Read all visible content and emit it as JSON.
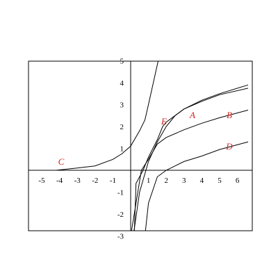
{
  "chart_data": {
    "type": "line",
    "title": "",
    "xlabel": "",
    "ylabel": "",
    "xlim": [
      -5.5,
      6.6
    ],
    "ylim": [
      -3,
      5.2
    ],
    "grid": false,
    "x_ticks": [
      "-5",
      "-4",
      "-3",
      "-2",
      "-1",
      "1",
      "2",
      "3",
      "4",
      "5",
      "6"
    ],
    "y_ticks": [
      "5",
      "4",
      "3",
      "2",
      "1",
      "-1",
      "-2",
      "-3"
    ],
    "label_color": "#d42020",
    "series": [
      {
        "name": "A",
        "points": [
          [
            0.15,
            -3
          ],
          [
            0.5,
            -1
          ],
          [
            1,
            0.4
          ],
          [
            1.5,
            1.3
          ],
          [
            2,
            2
          ],
          [
            2.5,
            2.5
          ],
          [
            3,
            2.8
          ],
          [
            4,
            3.15
          ],
          [
            5,
            3.45
          ],
          [
            6.6,
            3.75
          ]
        ]
      },
      {
        "name": "B",
        "points": [
          [
            0,
            -3
          ],
          [
            0.3,
            -1.5
          ],
          [
            0.6,
            0
          ],
          [
            1,
            0.5
          ],
          [
            1.5,
            1.2
          ],
          [
            2,
            1.5
          ],
          [
            3,
            1.85
          ],
          [
            4,
            2.15
          ],
          [
            5,
            2.4
          ],
          [
            6.6,
            2.75
          ]
        ]
      },
      {
        "name": "C",
        "points": [
          [
            -4.2,
            0
          ],
          [
            -3,
            0.1
          ],
          [
            -2,
            0.2
          ],
          [
            -1,
            0.5
          ],
          [
            -0.5,
            0.75
          ],
          [
            0,
            1.1
          ],
          [
            0.5,
            1.8
          ],
          [
            0.8,
            2.3
          ],
          [
            1,
            3
          ],
          [
            1.6,
            5.2
          ]
        ]
      },
      {
        "name": "D",
        "points": [
          [
            0.8,
            -3
          ],
          [
            1,
            -1.5
          ],
          [
            1.5,
            -0.3
          ],
          [
            2,
            0
          ],
          [
            2.5,
            0.2
          ],
          [
            3,
            0.4
          ],
          [
            4,
            0.65
          ],
          [
            5,
            0.95
          ],
          [
            6.6,
            1.3
          ]
        ]
      },
      {
        "name": "E",
        "points": [
          [
            0.2,
            -3
          ],
          [
            0.3,
            -0.6
          ],
          [
            0.7,
            0
          ],
          [
            1,
            0.6
          ],
          [
            1.5,
            1.4
          ],
          [
            1.8,
            2
          ],
          [
            2,
            2.2
          ],
          [
            3,
            2.8
          ],
          [
            4,
            3.2
          ],
          [
            5,
            3.5
          ],
          [
            6.6,
            3.9
          ]
        ]
      }
    ]
  }
}
